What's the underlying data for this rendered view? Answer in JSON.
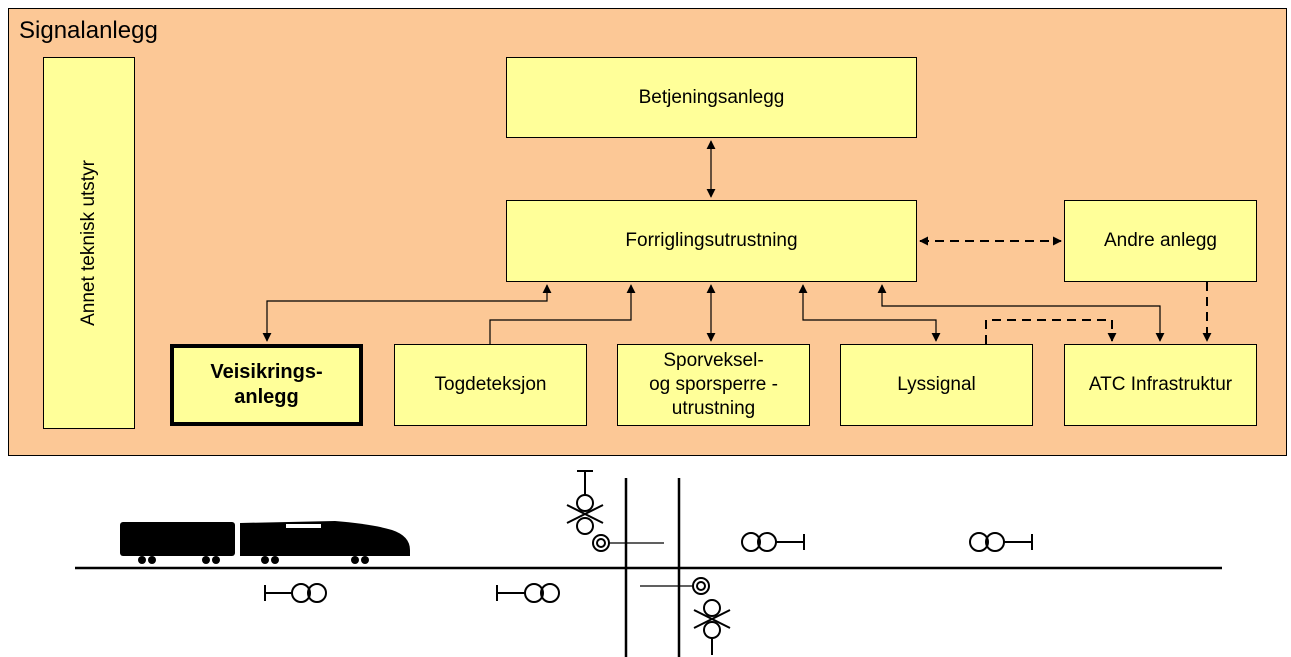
{
  "diagram": {
    "title": "Signalanlegg",
    "annet": "Annet teknisk utstyr",
    "betjening": "Betjeningsanlegg",
    "forrigling": "Forriglingsutrustning",
    "andre": "Andre anlegg",
    "veisikring_line1": "Veisikrings-",
    "veisikring_line2": "anlegg",
    "togdeteksjon": "Togdeteksjon",
    "sporveksel_line1": "Sporveksel-",
    "sporveksel_line2": "og sporsperre -",
    "sporveksel_line3": "utrustning",
    "lyssignal": "Lyssignal",
    "atc": "ATC Infrastruktur"
  },
  "colors": {
    "outer_fill": "#fcc896",
    "box_fill": "#ffff99",
    "line": "#000000"
  }
}
